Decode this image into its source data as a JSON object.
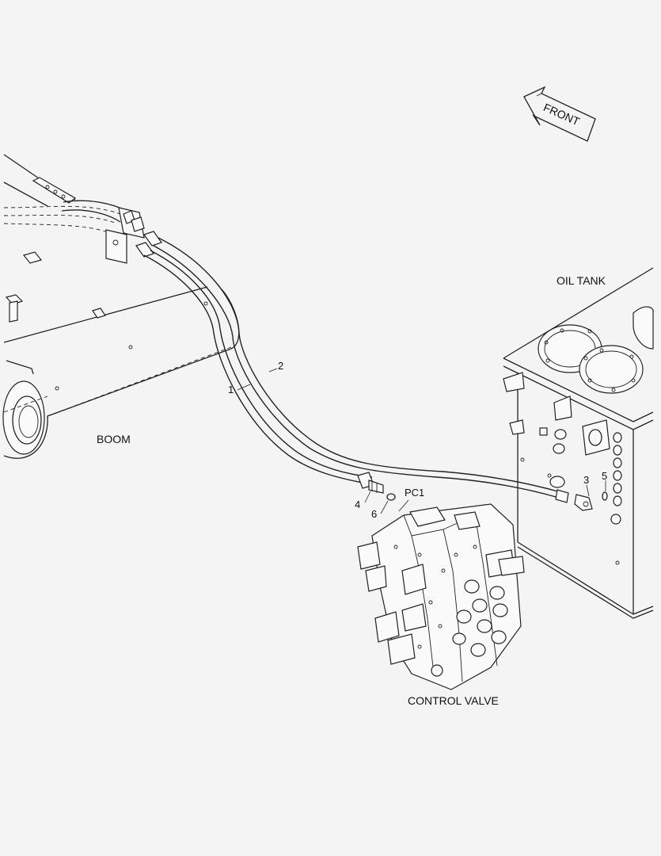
{
  "labels": {
    "front": "FRONT",
    "oil_tank": "OIL TANK",
    "boom": "BOOM",
    "control_valve": "CONTROL VALVE",
    "port_pc1": "PC1"
  },
  "callouts": {
    "c1": "1",
    "c2": "2",
    "c3": "3",
    "c4": "4",
    "c5": "5",
    "c6": "6"
  },
  "colors": {
    "line": "#222222",
    "background": "#f4f4f4"
  }
}
